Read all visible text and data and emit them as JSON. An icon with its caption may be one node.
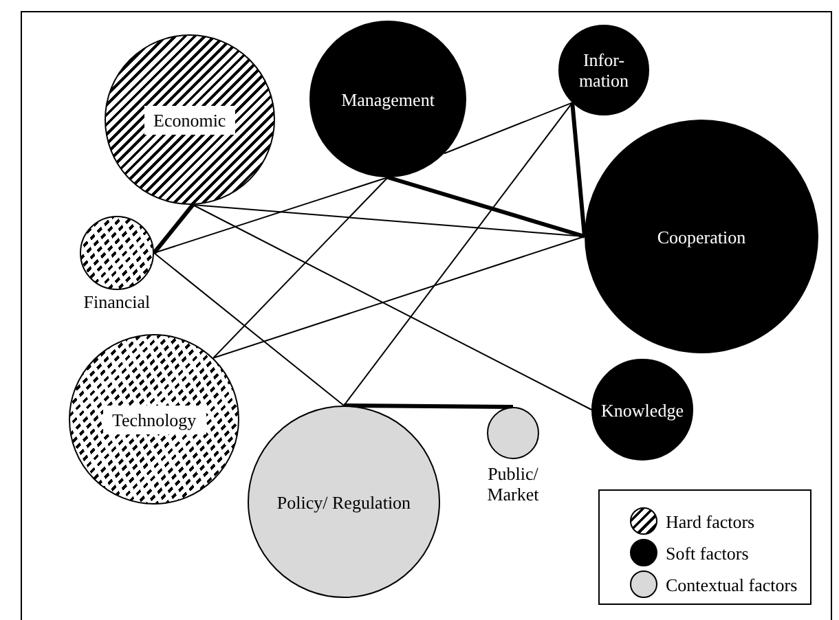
{
  "diagram": {
    "nodes": [
      {
        "text": [
          "Economic"
        ]
      },
      {
        "text": [
          "Management"
        ]
      },
      {
        "text": [
          "Infor- mation"
        ]
      },
      {
        "text": [
          "Cooperation"
        ]
      },
      {
        "text": [
          "Financial"
        ]
      },
      {
        "text": [
          "Technology"
        ]
      },
      {
        "text": [
          "Policy/ Regulation"
        ]
      },
      {
        "text": [
          "Public/ Market"
        ]
      },
      {
        "text": [
          "Knowledge"
        ]
      }
    ],
    "edges": [
      {
        "from": 0,
        "to": 4,
        "arrow": "none",
        "style": "thick"
      },
      {
        "from": 0,
        "to": 3,
        "arrow": "none"
      },
      {
        "from": 0,
        "to": 8,
        "arrow": "none"
      },
      {
        "from": 4,
        "to": 1,
        "arrow": "none"
      },
      {
        "from": 4,
        "to": 6,
        "arrow": "none"
      },
      {
        "from": 1,
        "to": 3,
        "arrow": "none",
        "style": "thick"
      },
      {
        "from": 1,
        "to": 5,
        "arrow": "none"
      },
      {
        "from": 5,
        "to": 3,
        "arrow": "none"
      },
      {
        "from": 2,
        "to": 1,
        "arrow": "none"
      },
      {
        "from": 2,
        "to": 6,
        "arrow": "none"
      },
      {
        "from": 2,
        "to": 3,
        "arrow": "none",
        "style": "thick"
      },
      {
        "from": 6,
        "to": 7,
        "arrow": "none",
        "style": "thick"
      }
    ],
    "legend": [
      {
        "text": "Hard factors"
      },
      {
        "text": "Soft factors",
        "color": "#000000"
      },
      {
        "text": "Contextual factors",
        "color": "#d9d9d9"
      }
    ]
  }
}
